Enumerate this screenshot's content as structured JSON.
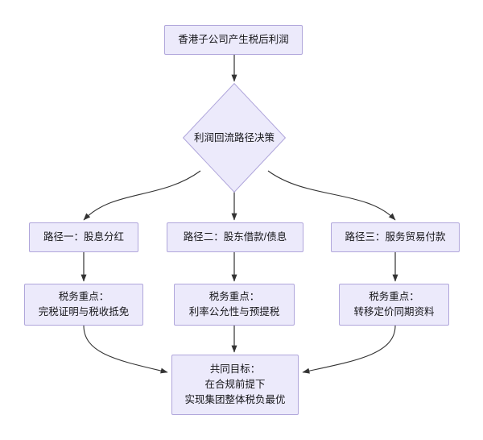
{
  "diagram": {
    "type": "flowchart",
    "direction": "top-down",
    "background_color": "#FFFFFF",
    "node_fill_color": "#ECEAFB",
    "node_border_color": "#B0A6DB",
    "edge_color": "#333333",
    "text_color": "#16161A",
    "nodes": {
      "start": {
        "id": "start",
        "shape": "rectangle",
        "label": "香港子公司产生税后利润"
      },
      "decision": {
        "id": "decision",
        "shape": "diamond",
        "label": "利润回流路径决策"
      },
      "path1": {
        "id": "path1",
        "shape": "rectangle",
        "label": "路径一：股息分红"
      },
      "path2": {
        "id": "path2",
        "shape": "rectangle",
        "label": "路径二：股东借款/债息"
      },
      "path3": {
        "id": "path3",
        "shape": "rectangle",
        "label": "路径三：服务贸易付款"
      },
      "focus1": {
        "id": "focus1",
        "shape": "rectangle",
        "line1": "税务重点：",
        "line2": "完税证明与税收抵免"
      },
      "focus2": {
        "id": "focus2",
        "shape": "rectangle",
        "line1": "税务重点：",
        "line2": "利率公允性与预提税"
      },
      "focus3": {
        "id": "focus3",
        "shape": "rectangle",
        "line1": "税务重点：",
        "line2": "转移定价同期资料"
      },
      "goal": {
        "id": "goal",
        "shape": "rectangle",
        "line1": "共同目标：",
        "line2": "在合规前提下",
        "line3": "实现集团整体税负最优"
      }
    },
    "edges": [
      {
        "from": "start",
        "to": "decision",
        "style": "straight",
        "arrow": "end"
      },
      {
        "from": "decision",
        "to": "path1",
        "style": "curved",
        "arrow": "end"
      },
      {
        "from": "decision",
        "to": "path2",
        "style": "straight",
        "arrow": "end"
      },
      {
        "from": "decision",
        "to": "path3",
        "style": "curved",
        "arrow": "end"
      },
      {
        "from": "path1",
        "to": "focus1",
        "style": "straight",
        "arrow": "end"
      },
      {
        "from": "path2",
        "to": "focus2",
        "style": "straight",
        "arrow": "end"
      },
      {
        "from": "path3",
        "to": "focus3",
        "style": "straight",
        "arrow": "end"
      },
      {
        "from": "focus1",
        "to": "goal",
        "style": "curved",
        "arrow": "end"
      },
      {
        "from": "focus2",
        "to": "goal",
        "style": "straight",
        "arrow": "end"
      },
      {
        "from": "focus3",
        "to": "goal",
        "style": "curved",
        "arrow": "end"
      }
    ]
  }
}
